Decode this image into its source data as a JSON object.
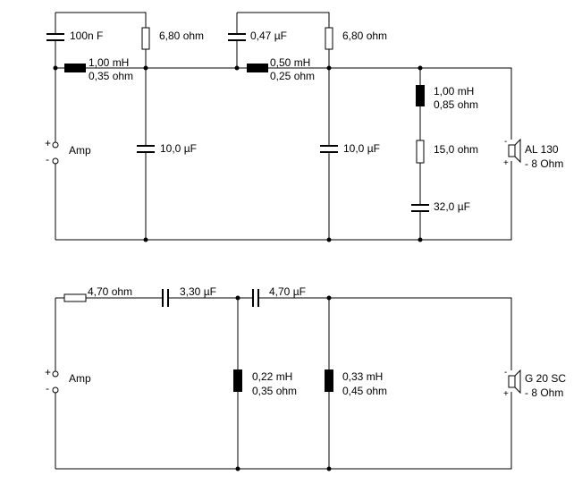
{
  "top": {
    "c_parallel_1": "100n F",
    "r_parallel_1": "6,80 ohm",
    "l1_value": "1,00 mH",
    "l1_res": "0,35 ohm",
    "c_parallel_2": "0,47 µF",
    "r_parallel_2": "6,80 ohm",
    "l2_value": "0,50 mH",
    "l2_res": "0,25 ohm",
    "c_shunt_1": "10,0 µF",
    "c_shunt_2": "10,0 µF",
    "notch_l_value": "1,00 mH",
    "notch_l_res": "0,85 ohm",
    "notch_r": "15,0 ohm",
    "notch_c": "32,0 µF",
    "amp_label": "Amp",
    "plus": "+",
    "minus": "-",
    "speaker_name": "AL 130",
    "speaker_imp": "- 8 Ohm"
  },
  "bottom": {
    "r_series": "4,70 ohm",
    "c_series_1": "3,30 µF",
    "c_series_2": "4,70 µF",
    "l_shunt_1_value": "0,22 mH",
    "l_shunt_1_res": "0,35 ohm",
    "l_shunt_2_value": "0,33 mH",
    "l_shunt_2_res": "0,45 ohm",
    "amp_label": "Amp",
    "plus": "+",
    "minus": "-",
    "speaker_name": "G 20 SC",
    "speaker_imp": "- 8 Ohm"
  }
}
